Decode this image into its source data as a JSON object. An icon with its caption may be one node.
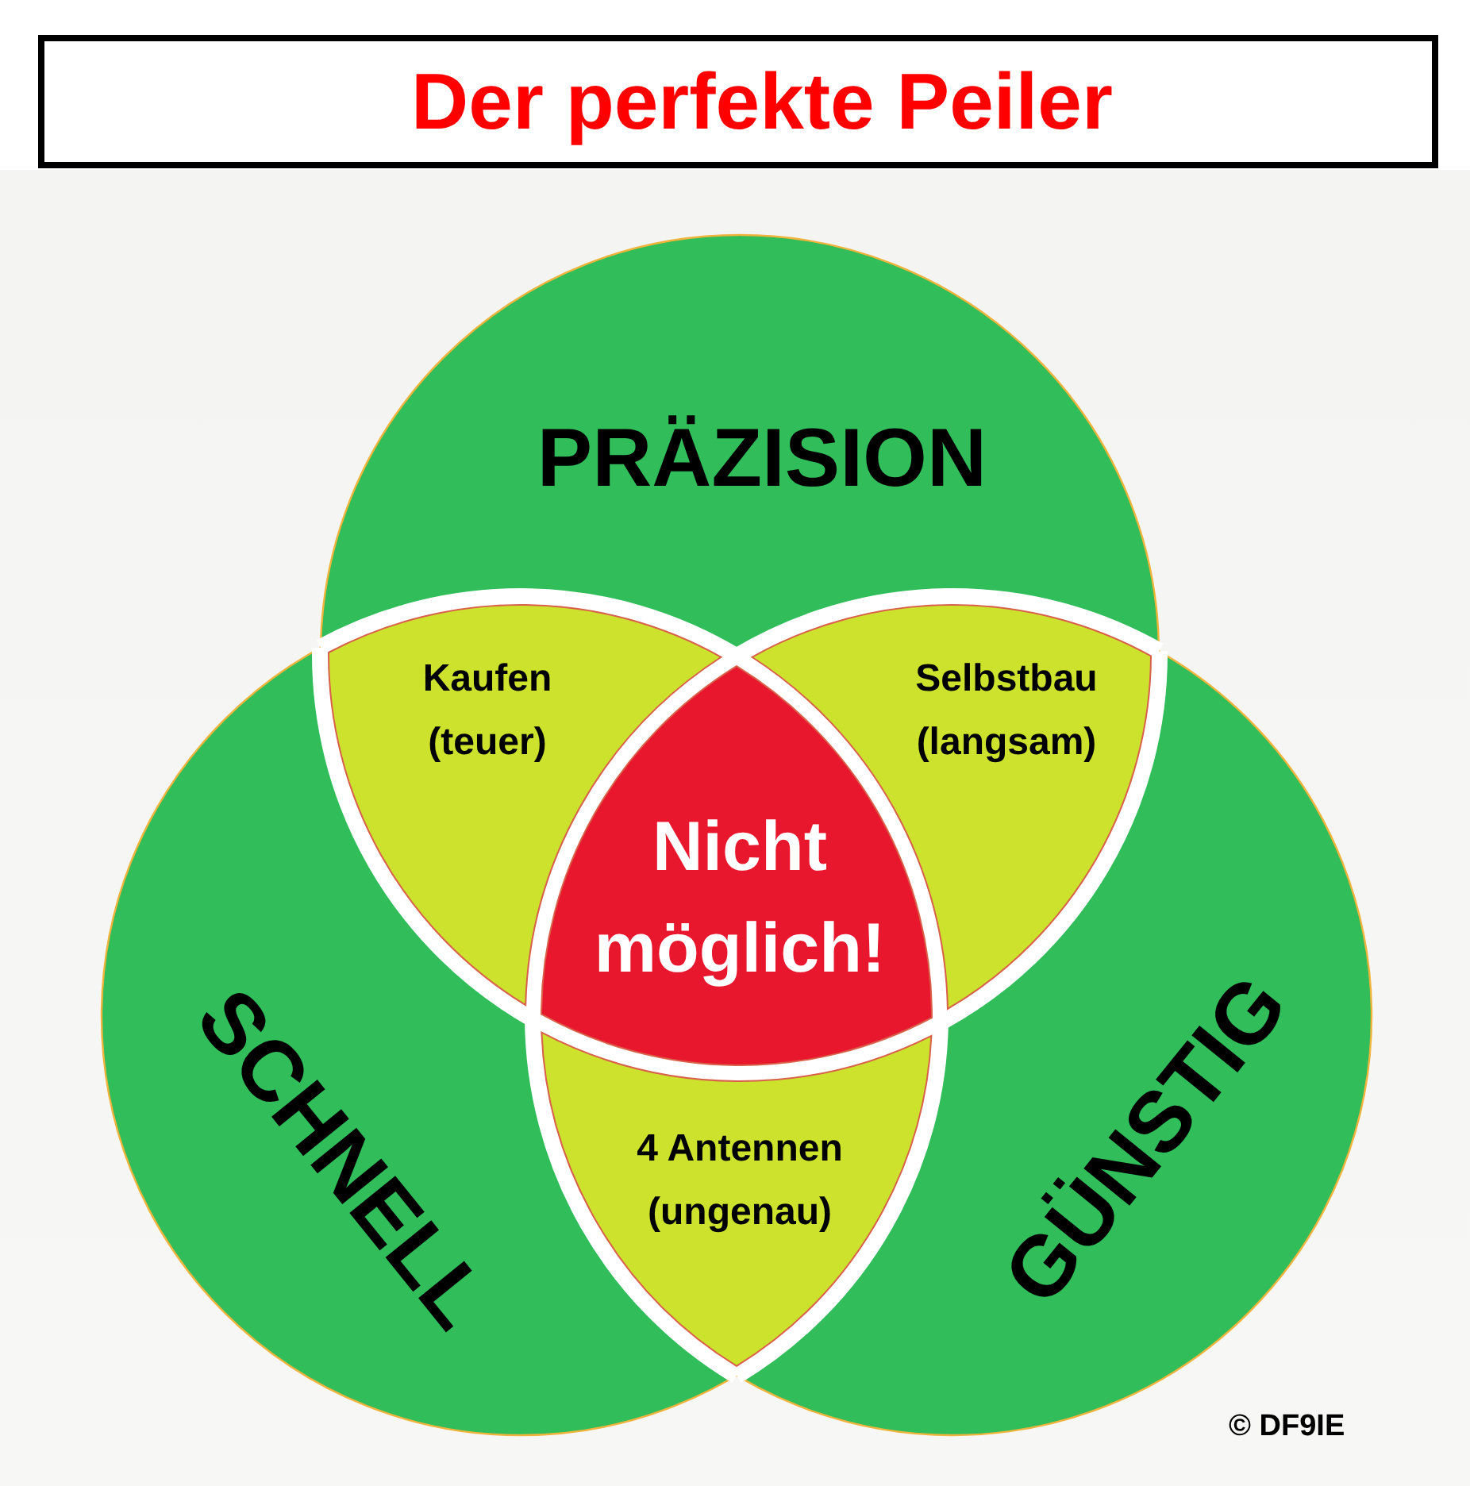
{
  "diagram": {
    "title": "Der perfekte Peiler",
    "nodes": [
      {
        "text": [
          "PRÄZISION"
        ]
      },
      {
        "text": [
          "Kaufen (teuer)"
        ]
      },
      {
        "text": [
          "Selbstbau (langsam)"
        ]
      },
      {
        "text": [
          "Nicht möglich!"
        ]
      },
      {
        "text": [
          "SCHNELL"
        ]
      },
      {
        "text": [
          "4 Antennen (ungenau)"
        ]
      },
      {
        "text": [
          "GÜNSTIG"
        ]
      }
    ],
    "labels": [
      "© DF9IE"
    ]
  }
}
